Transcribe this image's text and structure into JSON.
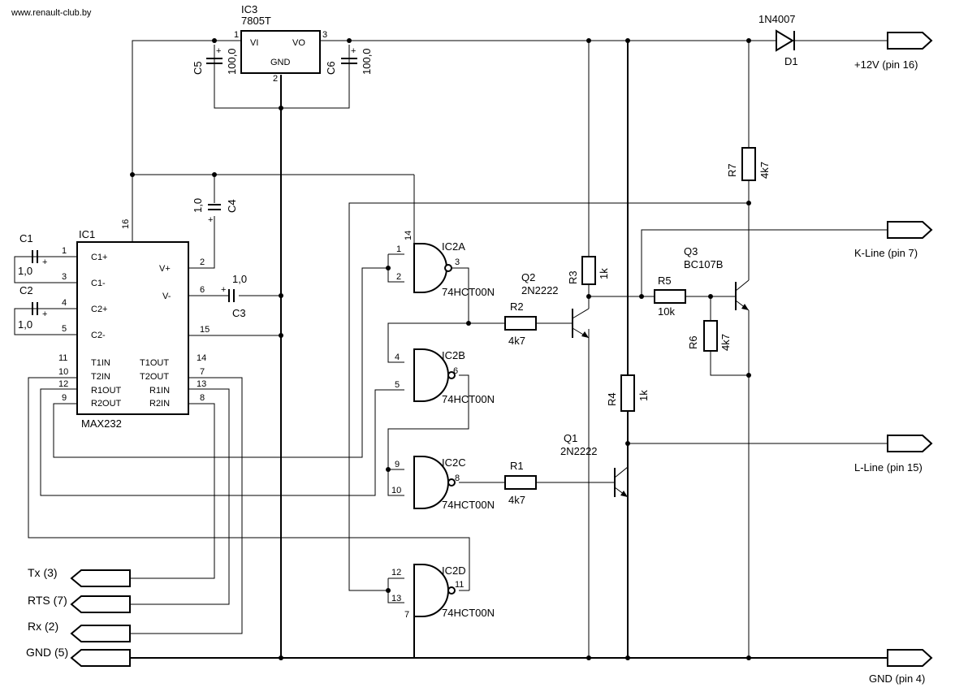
{
  "site": "www.renault-club.by",
  "ic1": {
    "ref": "IC1",
    "part": "MAX232",
    "pins_left": [
      {
        "num": "1",
        "name": "C1+"
      },
      {
        "num": "3",
        "name": "C1-"
      },
      {
        "num": "4",
        "name": "C2+"
      },
      {
        "num": "5",
        "name": "C2-"
      },
      {
        "num": "11",
        "name": "T1IN"
      },
      {
        "num": "10",
        "name": "T2IN"
      },
      {
        "num": "12",
        "name": "R1OUT"
      },
      {
        "num": "9",
        "name": "R2OUT"
      }
    ],
    "pins_right": [
      {
        "num": "2",
        "name": "V+"
      },
      {
        "num": "6",
        "name": "V-"
      },
      {
        "num": "15",
        "name": ""
      },
      {
        "num": "14",
        "name": "T1OUT"
      },
      {
        "num": "7",
        "name": "T2OUT"
      },
      {
        "num": "13",
        "name": "R1IN"
      },
      {
        "num": "8",
        "name": "R2IN"
      }
    ],
    "pin16": "16"
  },
  "ic3": {
    "ref": "IC3",
    "part": "7805T",
    "vi": "VI",
    "vo": "VO",
    "gnd": "GND",
    "pin1": "1",
    "pin2": "2",
    "pin3": "3"
  },
  "caps": {
    "c1": {
      "ref": "C1",
      "val": "1,0"
    },
    "c2": {
      "ref": "C2",
      "val": "1,0"
    },
    "c3": {
      "ref": "C3",
      "val": "1,0"
    },
    "c4": {
      "ref": "C4",
      "val": "1,0"
    },
    "c5": {
      "ref": "C5",
      "val": "100,0"
    },
    "c6": {
      "ref": "C6",
      "val": "100,0"
    }
  },
  "gates": {
    "a": {
      "ref": "IC2A",
      "part": "74HCT00N",
      "in1": "1",
      "in2": "2",
      "out": "3",
      "vcc": "14"
    },
    "b": {
      "ref": "IC2B",
      "part": "74HCT00N",
      "in1": "4",
      "in2": "5",
      "out": "6"
    },
    "c": {
      "ref": "IC2C",
      "part": "74HCT00N",
      "in1": "9",
      "in2": "10",
      "out": "8"
    },
    "d": {
      "ref": "IC2D",
      "part": "74HCT00N",
      "in1": "12",
      "in2": "13",
      "out": "11",
      "gnd": "7"
    }
  },
  "resistors": {
    "r1": {
      "ref": "R1",
      "val": "4k7"
    },
    "r2": {
      "ref": "R2",
      "val": "4k7"
    },
    "r3": {
      "ref": "R3",
      "val": "1k"
    },
    "r4": {
      "ref": "R4",
      "val": "1k"
    },
    "r5": {
      "ref": "R5",
      "val": "10k"
    },
    "r6": {
      "ref": "R6",
      "val": "4k7"
    },
    "r7": {
      "ref": "R7",
      "val": "4k7"
    }
  },
  "transistors": {
    "q1": {
      "ref": "Q1",
      "part": "2N2222"
    },
    "q2": {
      "ref": "Q2",
      "part": "2N2222"
    },
    "q3": {
      "ref": "Q3",
      "part": "BC107B"
    }
  },
  "diode": {
    "ref": "D1",
    "part": "1N4007"
  },
  "plus": "+",
  "connectors_right": [
    {
      "label": "+12V (pin 16)"
    },
    {
      "label": "K-Line (pin 7)"
    },
    {
      "label": "L-Line (pin 15)"
    },
    {
      "label": "GND (pin 4)"
    }
  ],
  "connectors_left": [
    {
      "label": "Tx (3)"
    },
    {
      "label": "RTS (7)"
    },
    {
      "label": "Rx (2)"
    },
    {
      "label": "GND (5)"
    }
  ]
}
